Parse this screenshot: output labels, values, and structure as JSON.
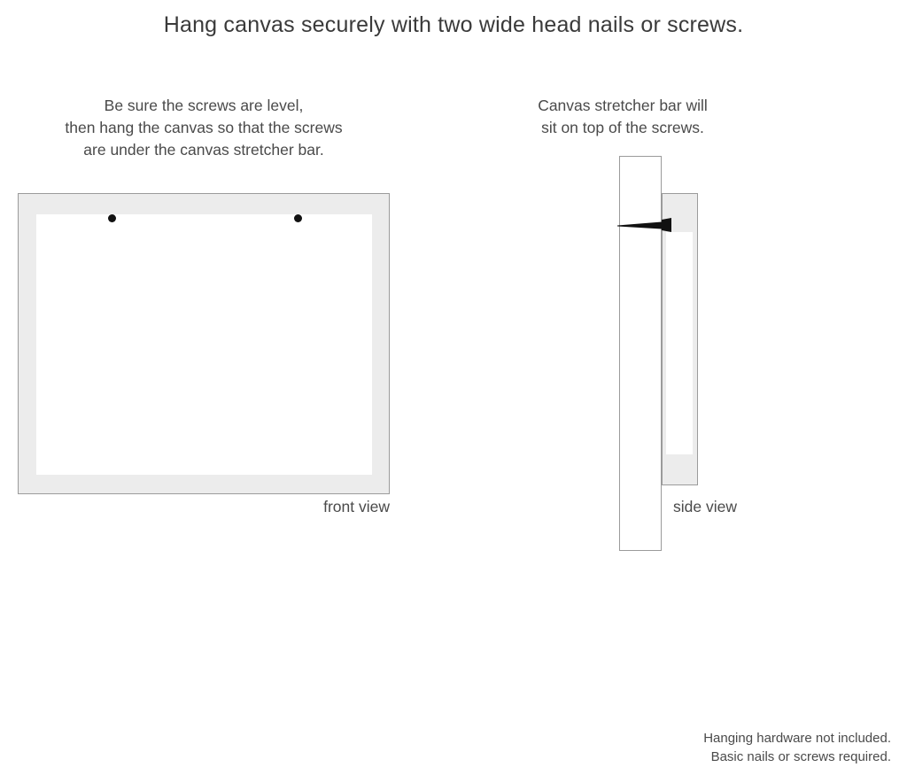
{
  "title": "Hang canvas securely with two wide head nails or screws.",
  "captions": {
    "left": [
      "Be sure the screws are level,",
      "then hang the canvas so that the screws",
      "are under the canvas stretcher bar."
    ],
    "right": [
      "Canvas stretcher bar will",
      "sit on top of the screws."
    ]
  },
  "front_view": {
    "label": "front view",
    "frame_color": "#ececec",
    "canvas_color": "#ffffff",
    "border_color": "#9b9b9b",
    "screws": [
      {
        "name": "left-screw",
        "color": "#111111"
      },
      {
        "name": "right-screw",
        "color": "#111111"
      }
    ]
  },
  "side_view": {
    "label": "side view",
    "stretcher_bar_color": "#ffffff",
    "canvas_color": "#ececec",
    "canvas_face_color": "#ffffff",
    "border_color": "#9b9b9b",
    "screw_color": "#111111"
  },
  "footer": [
    "Hanging hardware not included.",
    "Basic nails or screws required."
  ]
}
